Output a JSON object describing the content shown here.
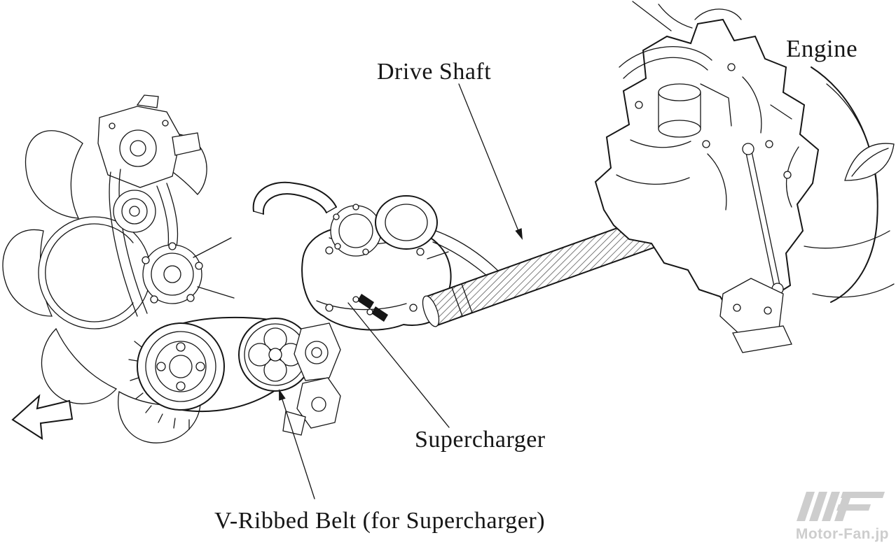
{
  "diagram": {
    "labels": {
      "drive_shaft": "Drive Shaft",
      "engine": "Engine",
      "supercharger": "Supercharger",
      "v_ribbed_belt": "V-Ribbed Belt (for Supercharger)"
    },
    "colors": {
      "line": "#161616",
      "background": "#ffffff",
      "watermark": "#c9c9c9"
    }
  },
  "watermark": {
    "text": "Motor-Fan.jp"
  }
}
